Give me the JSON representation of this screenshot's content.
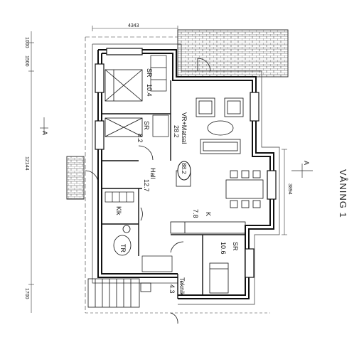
{
  "plan": {
    "title": "VÅNING 1",
    "total_area": "88.2",
    "section_mark": "A",
    "dimensions": {
      "top_width": "4343",
      "left_top_a": "1000",
      "left_top_b": "1500",
      "left_mid": "12144",
      "left_bottom": "1700",
      "right_mid": "3894"
    },
    "rooms": {
      "sr1": {
        "name": "SR",
        "area": "10.4"
      },
      "sr2": {
        "name": "SR",
        "area": "8.2"
      },
      "vr": {
        "name": "VR+Matsal",
        "area": "28.2"
      },
      "hall": {
        "name": "Hall",
        "area": "12.7"
      },
      "klk": {
        "name": "Klk"
      },
      "k": {
        "name": "K",
        "area": "7.8"
      },
      "tr": {
        "name": "TR"
      },
      "sr3": {
        "name": "SR",
        "area": "10.6"
      },
      "teknik": {
        "name": "Teknik",
        "area": "4.3"
      }
    }
  }
}
